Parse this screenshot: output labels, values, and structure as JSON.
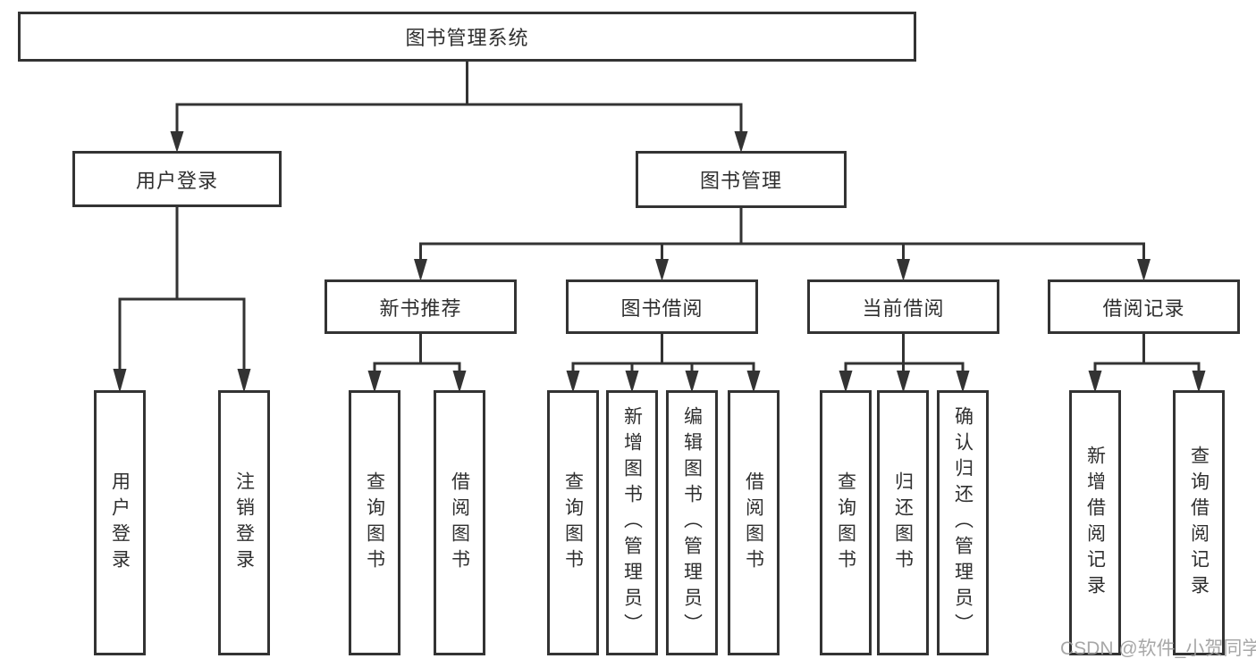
{
  "diagram": {
    "root": {
      "label": "图书管理系统",
      "children": [
        {
          "label": "用户登录",
          "children": [
            {
              "label": "用户登录"
            },
            {
              "label": "注销登录"
            }
          ]
        },
        {
          "label": "图书管理",
          "children": [
            {
              "label": "新书推荐",
              "children": [
                {
                  "label": "查询图书"
                },
                {
                  "label": "借阅图书"
                }
              ]
            },
            {
              "label": "图书借阅",
              "children": [
                {
                  "label": "查询图书"
                },
                {
                  "label": "新增图书（管理员）"
                },
                {
                  "label": "编辑图书（管理员）"
                },
                {
                  "label": "借阅图书"
                }
              ]
            },
            {
              "label": "当前借阅",
              "children": [
                {
                  "label": "查询图书"
                },
                {
                  "label": "归还图书"
                },
                {
                  "label": "确认归还（管理员）"
                }
              ]
            },
            {
              "label": "借阅记录",
              "children": [
                {
                  "label": "新增借阅记录"
                },
                {
                  "label": "查询借阅记录"
                }
              ]
            }
          ]
        }
      ]
    }
  },
  "watermark": {
    "text": "CSDN @软件_小贺同学"
  },
  "colors": {
    "line": "#333333",
    "text": "#2f2f2f",
    "box_background": "#ffffff",
    "page_background": "#ffffff",
    "watermark": "#9e9e9e"
  }
}
